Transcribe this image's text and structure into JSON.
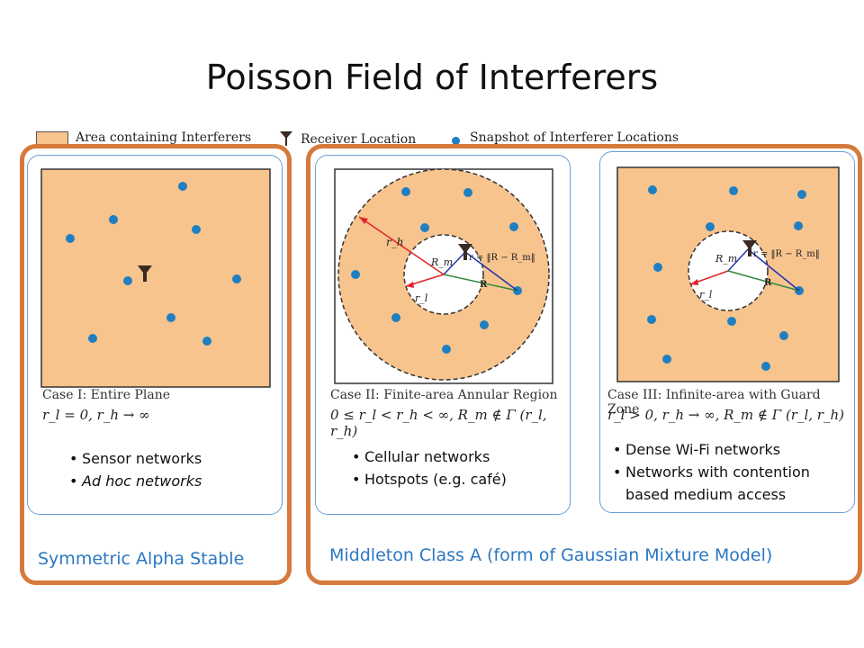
{
  "title": "Poisson Field of Interferers",
  "legend": {
    "area": "Area containing Interferers",
    "receiver": "Receiver Location",
    "snapshot": "Snapshot of Interferer Locations"
  },
  "colors": {
    "area_fill": "#f8c48e",
    "dot": "#1f7fc1",
    "group_border": "#d67a3c",
    "panel_border": "#6b9fd6",
    "label_blue": "#2b77c2",
    "arrow_red": "#e0242a",
    "arrow_blue": "#2233aa",
    "arrow_green": "#2e8a3e"
  },
  "panels": [
    {
      "caption": "Case I: Entire Plane",
      "equation": "r_l = 0, r_h → ∞",
      "bullets": [
        "Sensor networks",
        "Ad hoc networks"
      ]
    },
    {
      "caption": "Case II: Finite-area Annular Region",
      "equation": "0 ≤ r_l < r_h < ∞, R_m ∉ Γ (r_l, r_h)",
      "bullets": [
        "Cellular networks",
        "Hotspots (e.g. café)"
      ],
      "labels": {
        "rh": "r_h",
        "rl": "r_l",
        "rm": "R_m",
        "r": "r = ‖R − R_m‖",
        "R": "R"
      }
    },
    {
      "caption": "Case III: Infinite-area with Guard Zone",
      "equation": "r_l > 0, r_h → ∞, R_m ∉ Γ (r_l, r_h)",
      "bullets": [
        "Dense Wi-Fi networks",
        "Networks with contention",
        "based medium access"
      ],
      "labels": {
        "rl": "r_l",
        "rm": "R_m",
        "r": "r = ‖R − R_m‖",
        "R": "R"
      }
    }
  ],
  "group_labels": {
    "left": "Symmetric Alpha Stable",
    "right": "Middleton Class A (form of Gaussian Mixture Model)"
  }
}
